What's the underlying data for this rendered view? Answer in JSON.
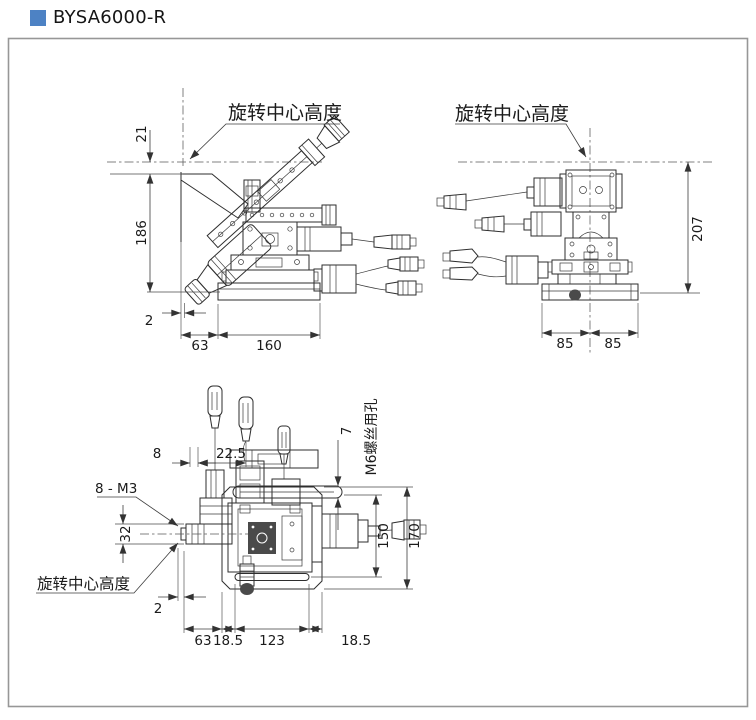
{
  "title": "BYSA6000-R",
  "colors": {
    "accent": "#4d82c4",
    "line": "#2e2e2e",
    "frame": "#979797"
  },
  "side_view": {
    "rotation_center_label": "旋转中心高度",
    "d21": "21",
    "d186": "186",
    "d2": "2",
    "d63": "63",
    "d160": "160"
  },
  "front_view": {
    "rotation_center_label": "旋转中心高度",
    "d207": "207",
    "d85_left": "85",
    "d85_right": "85"
  },
  "plan_view": {
    "rotation_center_label": "旋转中心高度",
    "m3_holes_label": "8 - M3",
    "m6_slot_label": "M6螺丝用孔",
    "d8": "8",
    "d22_5": "22.5",
    "d7": "7",
    "d32": "32",
    "d2": "2",
    "d63": "63",
    "d18_5_left": "18.5",
    "d123": "123",
    "d18_5_right": "18.5",
    "d150": "150",
    "d170": "170"
  }
}
